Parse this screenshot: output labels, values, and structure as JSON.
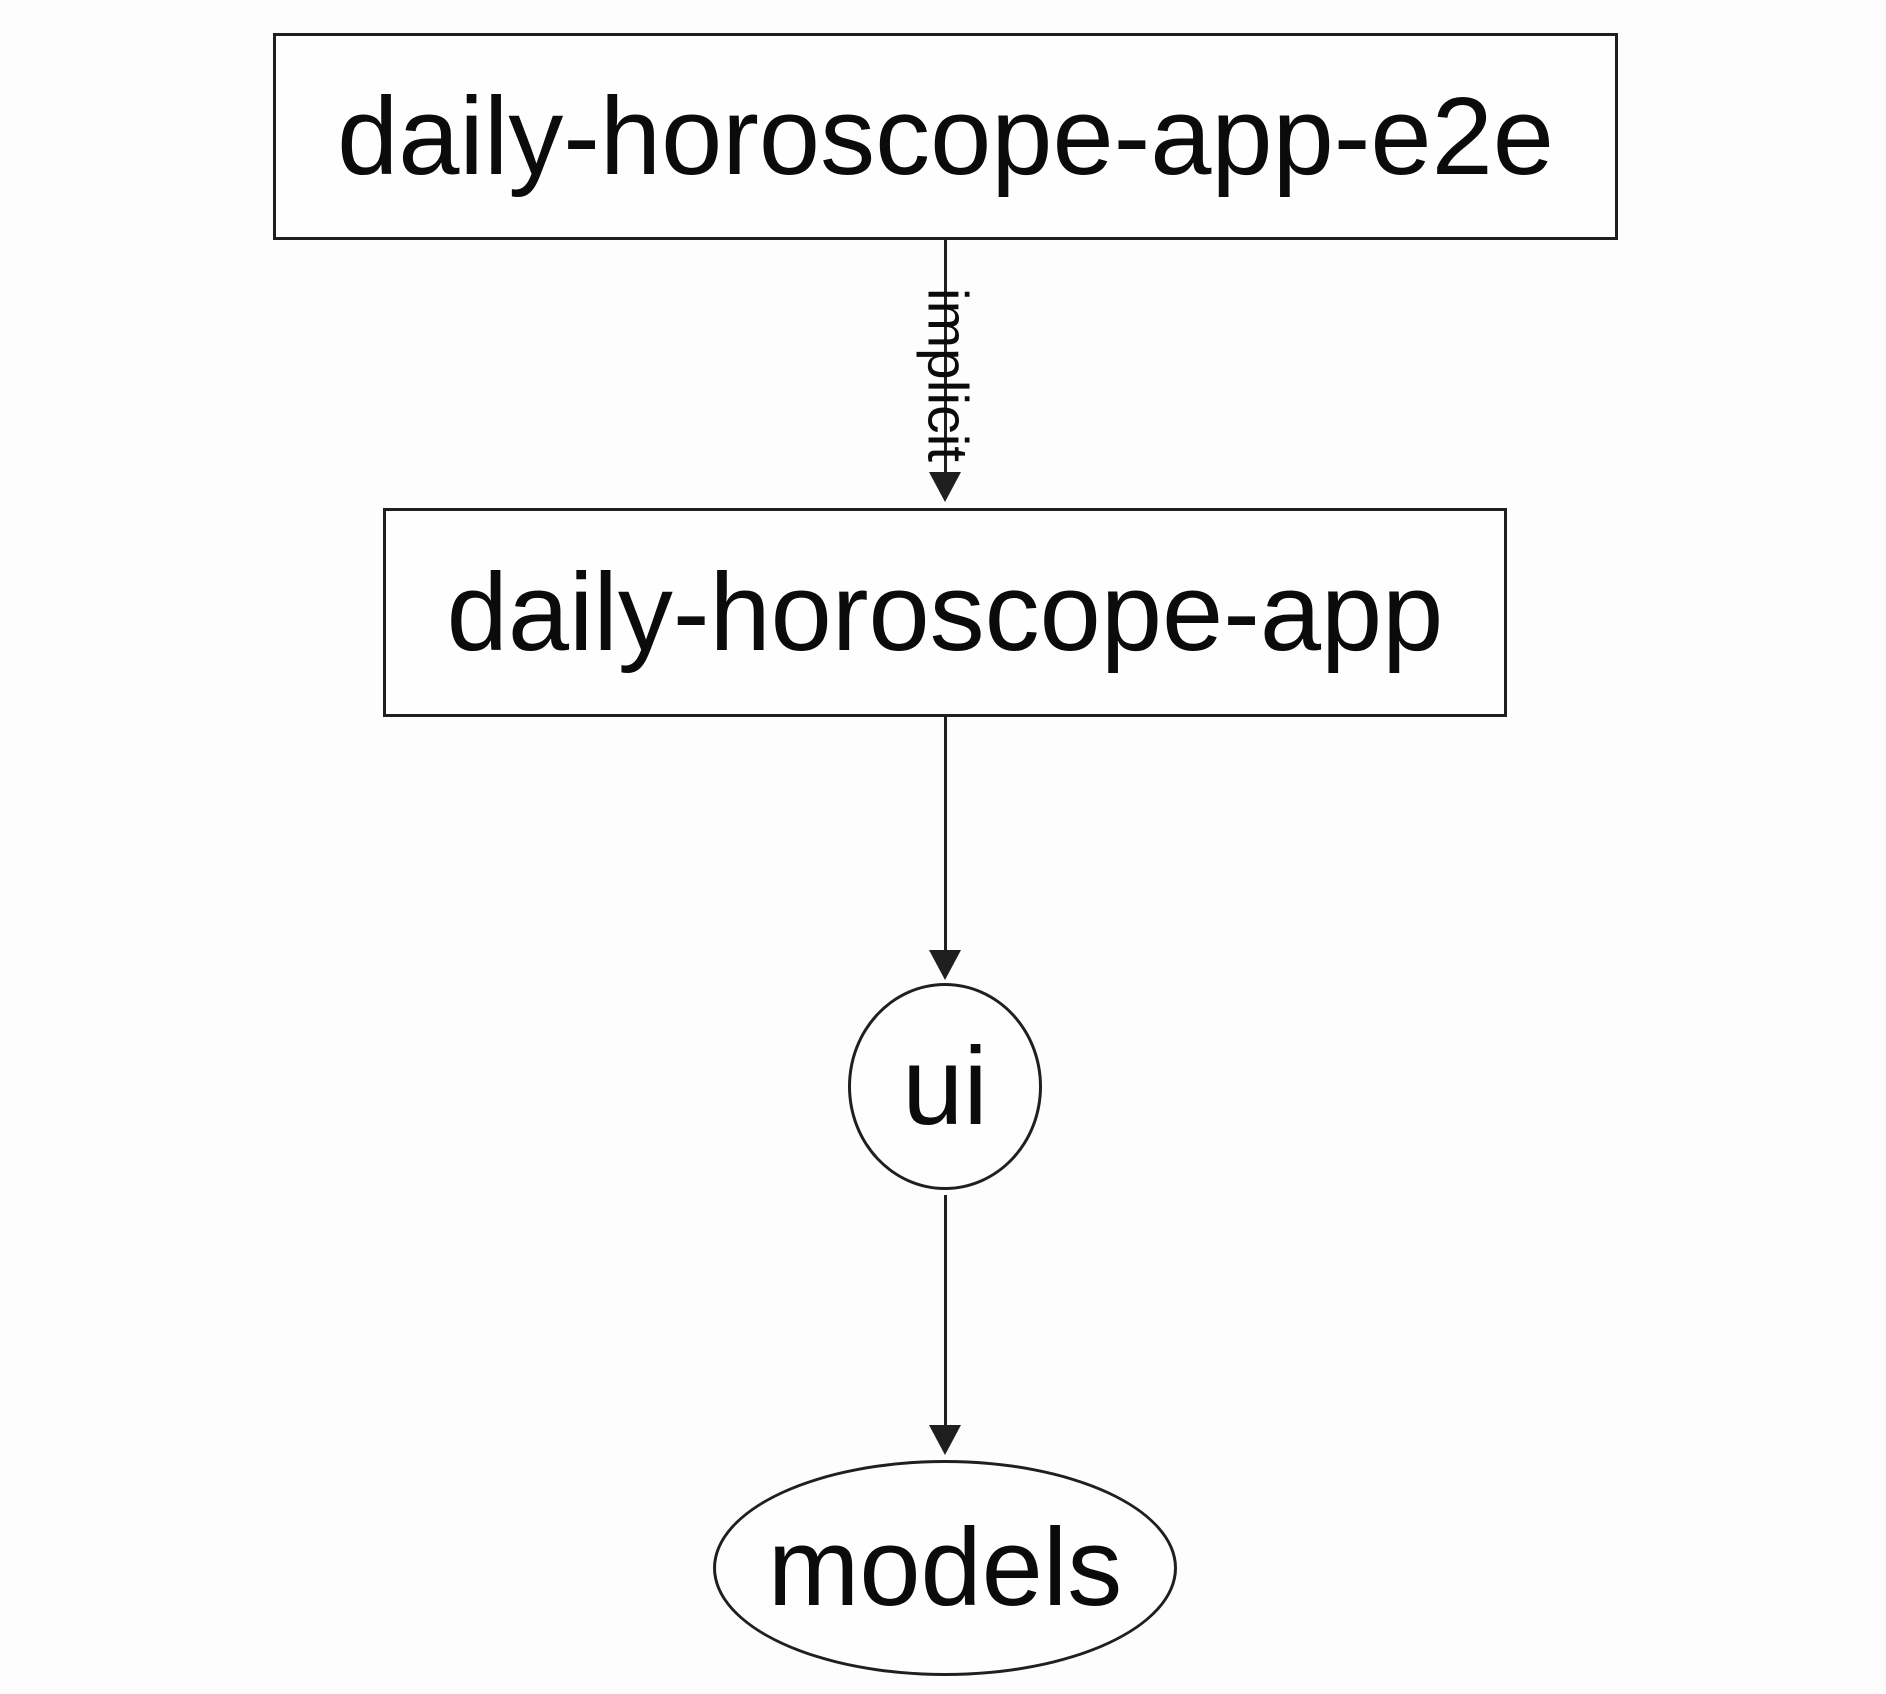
{
  "diagram": {
    "type": "dependency-graph",
    "background_color": "#fdfdfd",
    "stroke_color": "#1f1f1f",
    "text_color": "#0b0b0b",
    "nodes": [
      {
        "id": "daily-horoscope-app-e2e",
        "label": "daily-horoscope-app-e2e",
        "shape": "rectangle"
      },
      {
        "id": "daily-horoscope-app",
        "label": "daily-horoscope-app",
        "shape": "rectangle"
      },
      {
        "id": "ui",
        "label": "ui",
        "shape": "ellipse"
      },
      {
        "id": "models",
        "label": "models",
        "shape": "ellipse"
      }
    ],
    "edges": [
      {
        "from": "daily-horoscope-app-e2e",
        "to": "daily-horoscope-app",
        "label": "implicit",
        "label_rotation_deg": 90
      },
      {
        "from": "daily-horoscope-app",
        "to": "ui",
        "label": ""
      },
      {
        "from": "ui",
        "to": "models",
        "label": ""
      }
    ]
  }
}
